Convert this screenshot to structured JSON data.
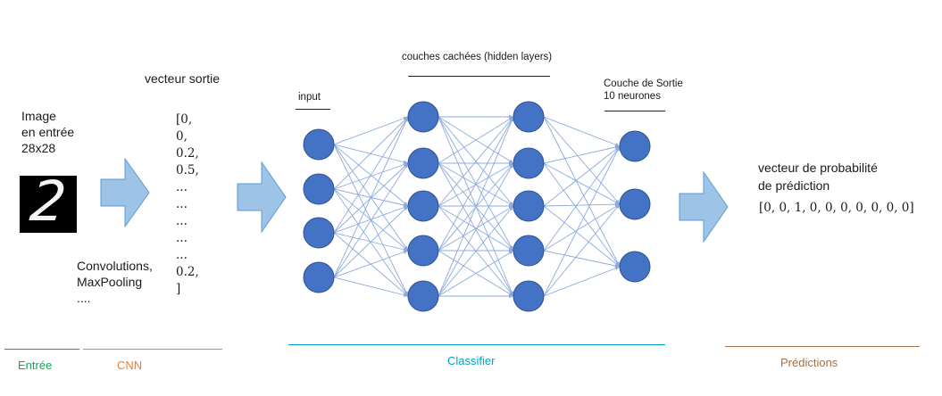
{
  "input_block": {
    "label_lines": [
      "Image",
      "en entrée",
      "28x28"
    ],
    "digit": "2"
  },
  "cnn_block": {
    "ops_lines": [
      "Convolutions,",
      "MaxPooling",
      "...."
    ]
  },
  "feature_vector": {
    "title": "vecteur sortie",
    "lines": [
      "[0,",
      "0,",
      "0.2,",
      "0.5,",
      "...",
      "...",
      "...",
      "...",
      "...",
      "0.2,",
      "]"
    ]
  },
  "classifier": {
    "input_label": "input",
    "hidden_label": "couches cachées (hidden layers)",
    "output_label_lines": [
      "Couche de Sortie",
      "10 neurones"
    ],
    "layers": [
      4,
      5,
      5,
      3
    ],
    "node_color": "#4472C4",
    "edge_color": "#8FAADC"
  },
  "prediction": {
    "title_lines": [
      "vecteur de probabilité",
      "de prédiction"
    ],
    "vector": "[0, 0, 1, 0, 0, 0, 0, 0, 0, 0]"
  },
  "sections": [
    {
      "name": "Entrée",
      "color": "#00B050"
    },
    {
      "name": "CNN",
      "color": "#ED7D31"
    },
    {
      "name": "Classifier",
      "color": "#00A3C7"
    },
    {
      "name": "Prédictions",
      "color": "#A0714C"
    }
  ],
  "arrow_color": "#9DC3E6",
  "arrow_border": "#5B9BD5"
}
